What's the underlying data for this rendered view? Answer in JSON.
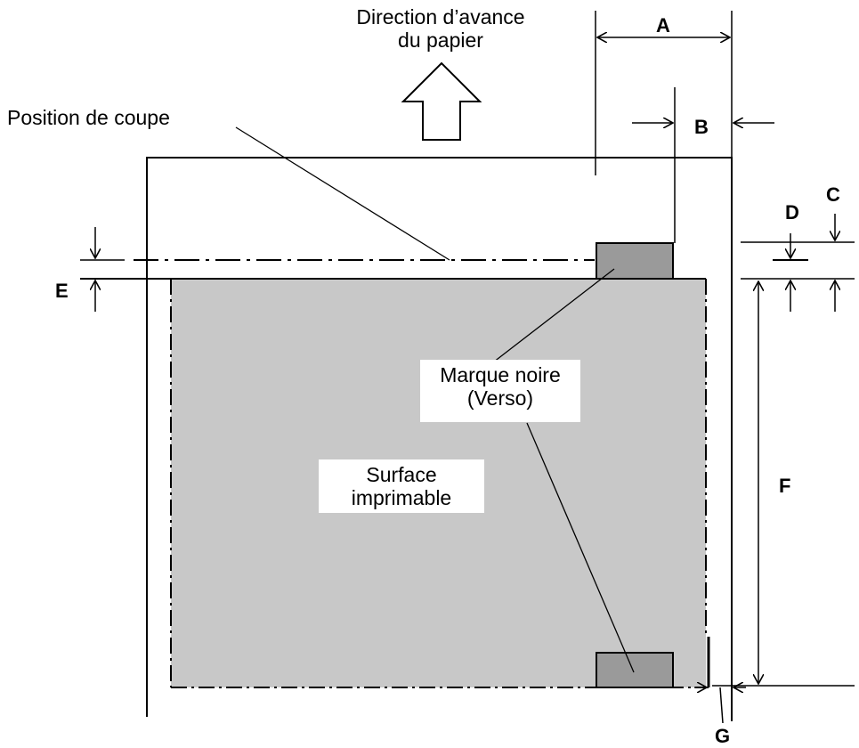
{
  "labels": {
    "feed_direction_line1": "Direction d’avance",
    "feed_direction_line2": "du papier",
    "cut_position": "Position de coupe",
    "black_mark_line1": "Marque noire",
    "black_mark_line2": "(Verso)",
    "printable_line1": "Surface",
    "printable_line2": "imprimable"
  },
  "dimensions": {
    "a": "A",
    "b": "B",
    "c": "C",
    "d": "D",
    "e": "E",
    "f": "F",
    "g": "G"
  },
  "colors": {
    "printable_fill": "#c8c8c8",
    "mark_fill": "#9a9a9a",
    "line": "#000000"
  }
}
